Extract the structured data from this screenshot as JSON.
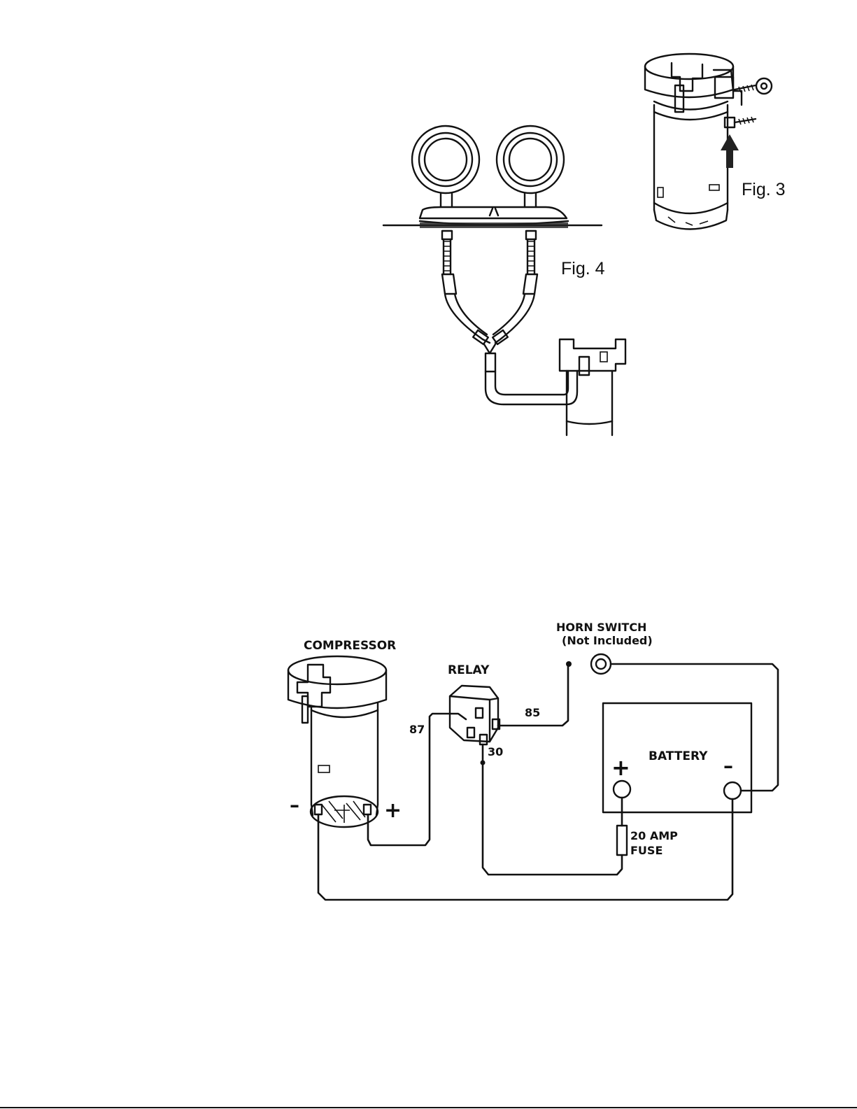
{
  "figures": {
    "fig3": {
      "label": "Fig. 3"
    },
    "fig4": {
      "label": "Fig. 4"
    }
  },
  "wiring": {
    "compressor": "COMPRESSOR",
    "compressor_minus": "–",
    "compressor_plus": "+",
    "relay": "RELAY",
    "pin_87": "87",
    "pin_85": "85",
    "pin_30": "30",
    "horn_switch": "HORN SWITCH",
    "horn_switch_note": "(Not Included)",
    "battery": "BATTERY",
    "battery_plus": "+",
    "battery_minus": "–",
    "fuse_line1": "20 AMP",
    "fuse_line2": "FUSE"
  }
}
